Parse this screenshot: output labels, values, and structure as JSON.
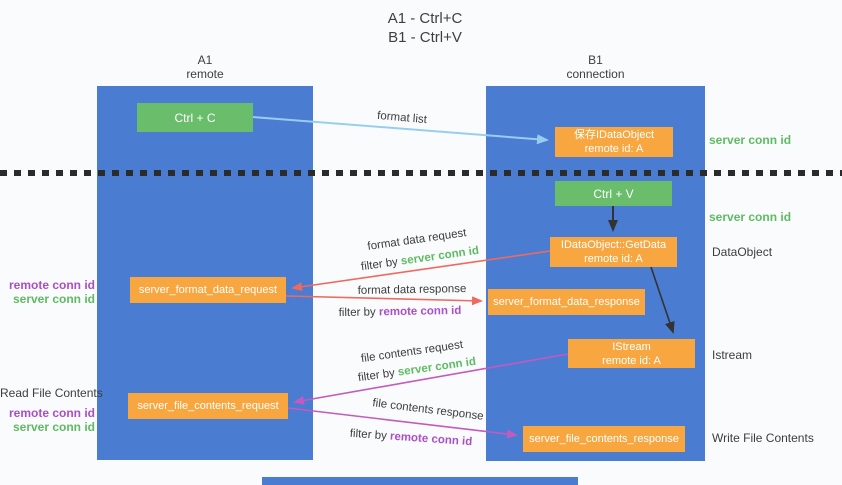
{
  "title": {
    "line1": "A1 - Ctrl+C",
    "line2": "B1 - Ctrl+V"
  },
  "lanes": {
    "left": {
      "title": "A1",
      "subtitle": "remote"
    },
    "right": {
      "title": "B1",
      "subtitle": "connection"
    }
  },
  "nodes": {
    "ctrl_c": {
      "label": "Ctrl + C"
    },
    "save_dataobject": {
      "line1": "保存IDataObject",
      "line2": "remote id: A"
    },
    "ctrl_v": {
      "label": "Ctrl + V"
    },
    "getdata": {
      "line1": "IDataObject::GetData",
      "line2": "remote id: A"
    },
    "format_request": {
      "label": "server_format_data_request"
    },
    "format_response": {
      "label": "server_format_data_response"
    },
    "istream": {
      "line1": "IStream",
      "line2": "remote id: A"
    },
    "file_request": {
      "label": "server_file_contents_request"
    },
    "file_response": {
      "label": "server_file_contents_response"
    }
  },
  "edge_labels": {
    "format_list": "format list",
    "format_data_request": "format data request",
    "filter_server_1": {
      "prefix": "filter by ",
      "value": "server conn id"
    },
    "format_data_response": "format data response",
    "filter_remote_1": {
      "prefix": "filter by ",
      "value": "remote conn id"
    },
    "file_contents_request": "file contents request",
    "filter_server_2": {
      "prefix": "filter by ",
      "value": "server conn id"
    },
    "file_contents_response": "file contents response",
    "filter_remote_2": {
      "prefix": "filter by ",
      "value": "remote conn id"
    }
  },
  "right_labels": {
    "server_conn_id_top": "server conn id",
    "server_conn_id_mid": "server conn id",
    "dataobject": "DataObject",
    "istream": "Istream",
    "write_file_contents": "Write File Contents"
  },
  "left_labels": {
    "remote_conn_id_1": "remote conn id",
    "server_conn_id_1": "server conn id",
    "read_file_contents": "Read File Contents",
    "remote_conn_id_2": "remote conn id",
    "server_conn_id_2": "server conn id"
  },
  "colors": {
    "lane_blue": "#4a7cd2",
    "node_orange": "#f7a640",
    "node_green": "#69bd6b",
    "accent_green": "#5fbb63",
    "accent_purple": "#ab4fc8",
    "arrow_red": "#ee6a5f",
    "arrow_purple": "#c25ac0",
    "arrow_blue": "#97cef0",
    "arrow_black": "#333333",
    "divider_black": "#2b2b2b",
    "text_dark": "#3d3d3d",
    "background": "#fafbfc"
  }
}
